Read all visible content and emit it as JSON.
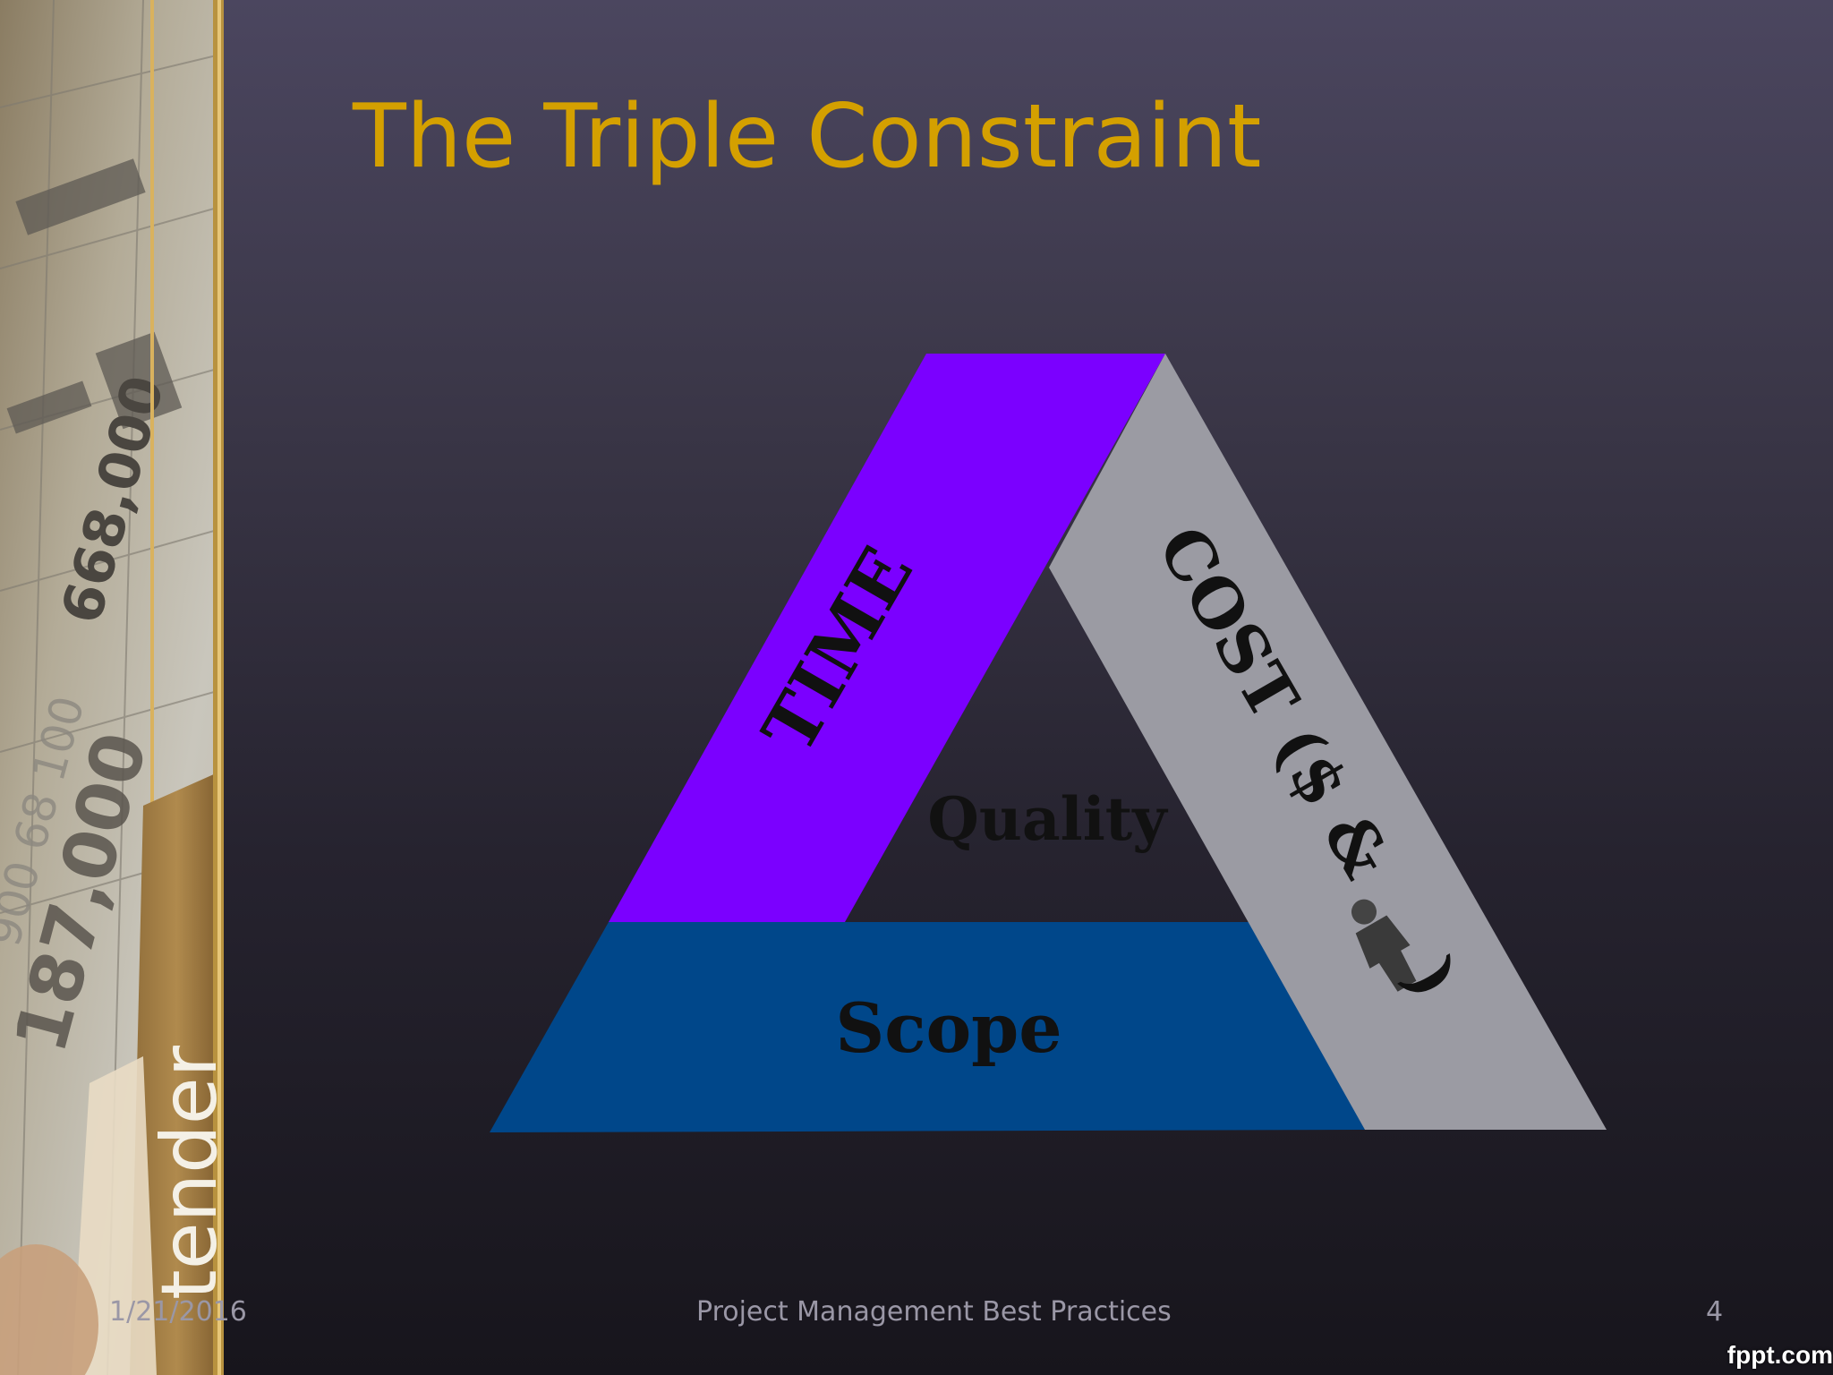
{
  "slide": {
    "title": "The Triple Constraint",
    "sidebar_text": "tender"
  },
  "diagram": {
    "sides": {
      "time": "TIME",
      "cost": "COST ($ &",
      "cost_close": ")",
      "scope": "Scope",
      "center": "Quality"
    },
    "colors": {
      "time": "#7b00ff",
      "cost": "#9b9ba3",
      "scope": "#00478a",
      "title": "#d4a000"
    },
    "icons": [
      "person-icon"
    ]
  },
  "footer": {
    "date": "1/21/2016",
    "center": "Project Management Best Practices",
    "page": "4"
  },
  "watermark": "fppt.com"
}
